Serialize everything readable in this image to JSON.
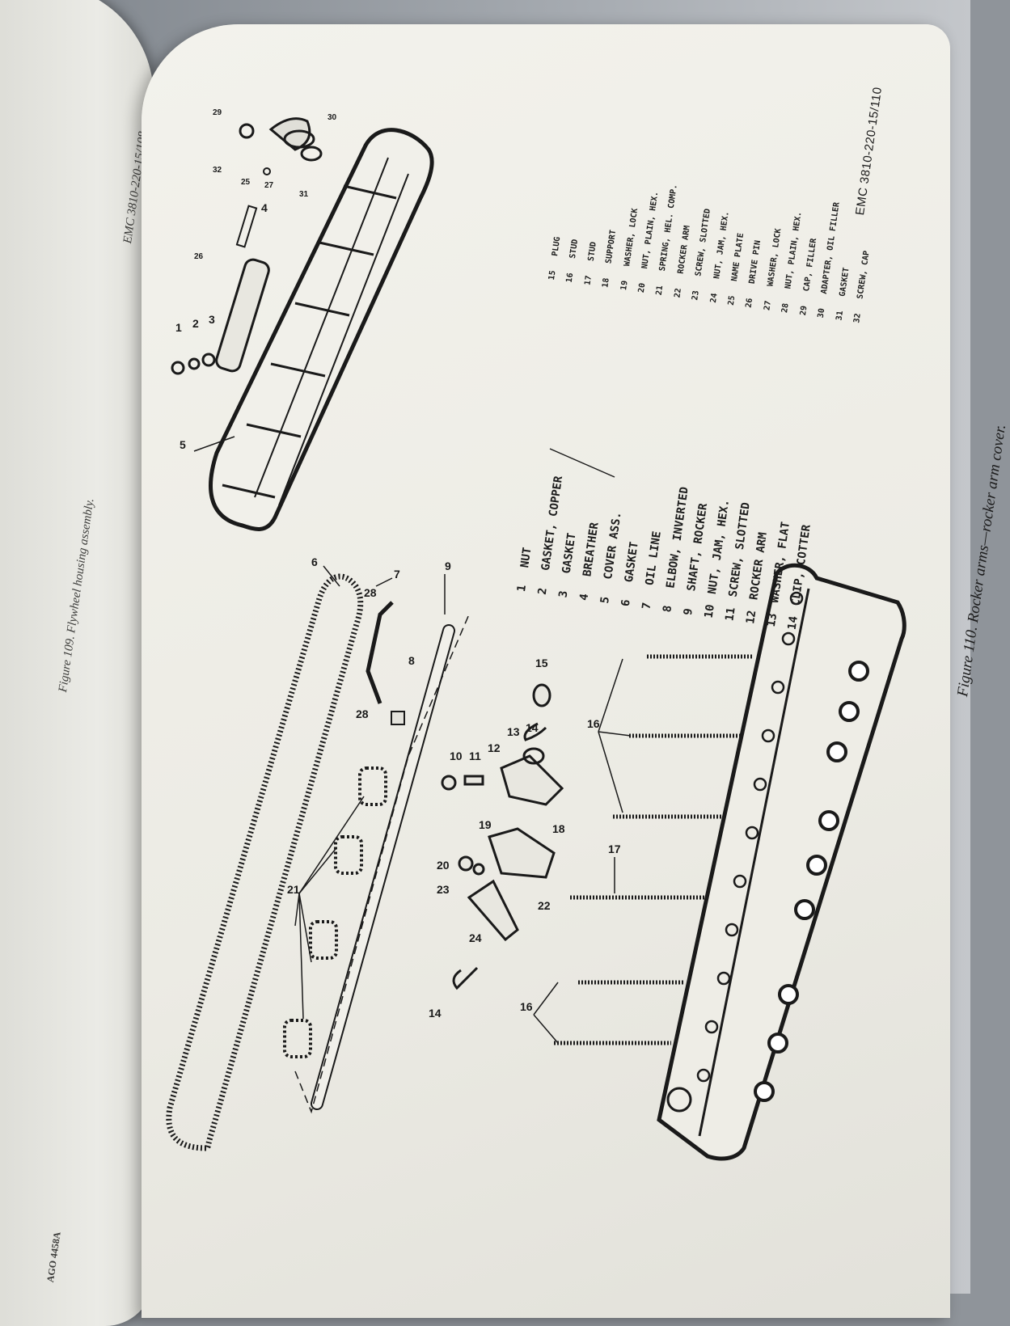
{
  "left_page": {
    "caption": "Figure 109. Flywheel housing assembly.",
    "fig_code": "EMC 3810-220-15/108",
    "footer": "AGO 4458A"
  },
  "right_page": {
    "caption": "Figure 110. Rocker arms—rocker arm cover.",
    "fig_code": "EMC 3810-220-15/110",
    "parts_list_1": [
      {
        "num": "1",
        "name": "NUT"
      },
      {
        "num": "2",
        "name": "GASKET, COPPER"
      },
      {
        "num": "3",
        "name": "GASKET"
      },
      {
        "num": "4",
        "name": "BREATHER"
      },
      {
        "num": "5",
        "name": "COVER ASS."
      },
      {
        "num": "6",
        "name": "GASKET"
      },
      {
        "num": "7",
        "name": "OIL LINE"
      },
      {
        "num": "8",
        "name": "ELBOW, INVERTED"
      },
      {
        "num": "9",
        "name": "SHAFT, ROCKER"
      },
      {
        "num": "10",
        "name": "NUT, JAM, HEX."
      },
      {
        "num": "11",
        "name": "SCREW, SLOTTED"
      },
      {
        "num": "12",
        "name": "ROCKER ARM"
      },
      {
        "num": "13",
        "name": "WASHER, FLAT"
      },
      {
        "num": "14",
        "name": "CLIP, COTTER"
      }
    ],
    "parts_list_2": [
      {
        "num": "15",
        "name": "PLUG"
      },
      {
        "num": "16",
        "name": "STUD"
      },
      {
        "num": "17",
        "name": "STUD"
      },
      {
        "num": "18",
        "name": "SUPPORT"
      },
      {
        "num": "19",
        "name": "WASHER, LOCK"
      },
      {
        "num": "20",
        "name": "NUT, PLAIN, HEX."
      },
      {
        "num": "21",
        "name": "SPRING, HEL. COMP."
      },
      {
        "num": "22",
        "name": "ROCKER ARM"
      },
      {
        "num": "23",
        "name": "SCREW, SLOTTED"
      },
      {
        "num": "24",
        "name": "NUT, JAM, HEX."
      },
      {
        "num": "25",
        "name": "NAME PLATE"
      },
      {
        "num": "26",
        "name": "DRIVE PIN"
      },
      {
        "num": "27",
        "name": "WASHER, LOCK"
      },
      {
        "num": "28",
        "name": "NUT, PLAIN, HEX."
      },
      {
        "num": "29",
        "name": "CAP, FILLER"
      },
      {
        "num": "30",
        "name": "ADAPTER, OIL FILLER"
      },
      {
        "num": "31",
        "name": "GASKET"
      },
      {
        "num": "32",
        "name": "SCREW, CAP"
      }
    ],
    "callouts": [
      "1",
      "2",
      "3",
      "4",
      "5",
      "6",
      "7",
      "8",
      "9",
      "10",
      "11",
      "12",
      "13",
      "14",
      "14",
      "15",
      "16",
      "16",
      "17",
      "18",
      "19",
      "20",
      "21",
      "22",
      "23",
      "24",
      "25",
      "26",
      "27",
      "28",
      "28",
      "29",
      "30",
      "31",
      "32"
    ]
  }
}
